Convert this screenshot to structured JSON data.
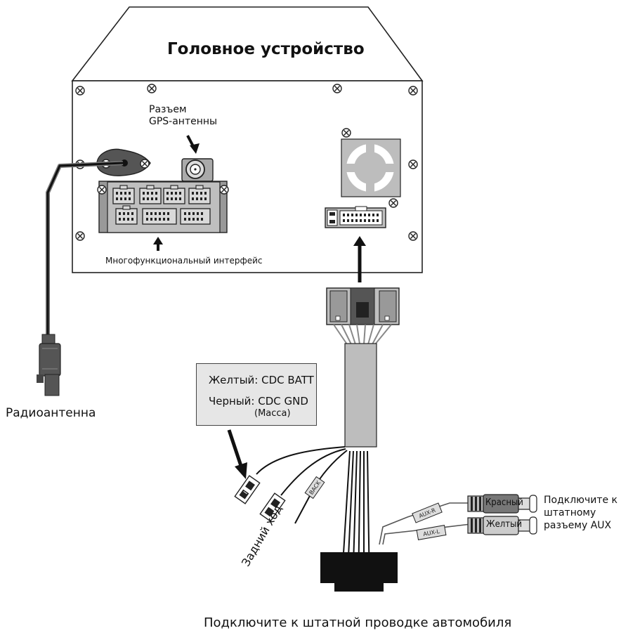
{
  "head_unit": {
    "title": "Головное устройство",
    "gps_label_line1": "Разъем",
    "gps_label_line2": "GPS-антенны",
    "multifunction_label": "Многофункциональный интерфейс"
  },
  "antenna": {
    "label": "Радиоантенна"
  },
  "info_box": {
    "line1": "Желтый: CDC BATT",
    "line2": "Черный: CDC GND",
    "line3": "(Масса)"
  },
  "reverse": {
    "label": "Задний ход",
    "tag": "BACK"
  },
  "aux": {
    "tag_right": "AUX-R",
    "tag_left": "AUX-L",
    "red_plug_label": "Красный",
    "yellow_plug_label": "Желтый",
    "note_line1": "Подключите к",
    "note_line2": "штатному",
    "note_line3": "разъему AUX"
  },
  "bottom": {
    "label": "Подключите к штатной проводке автомобиля"
  },
  "colors": {
    "panel_fill": "#ffffff",
    "connector_gray": "#d9d9d9",
    "dark_gray": "#555555",
    "cable_gray": "#bdbdbd",
    "black": "#111111"
  }
}
